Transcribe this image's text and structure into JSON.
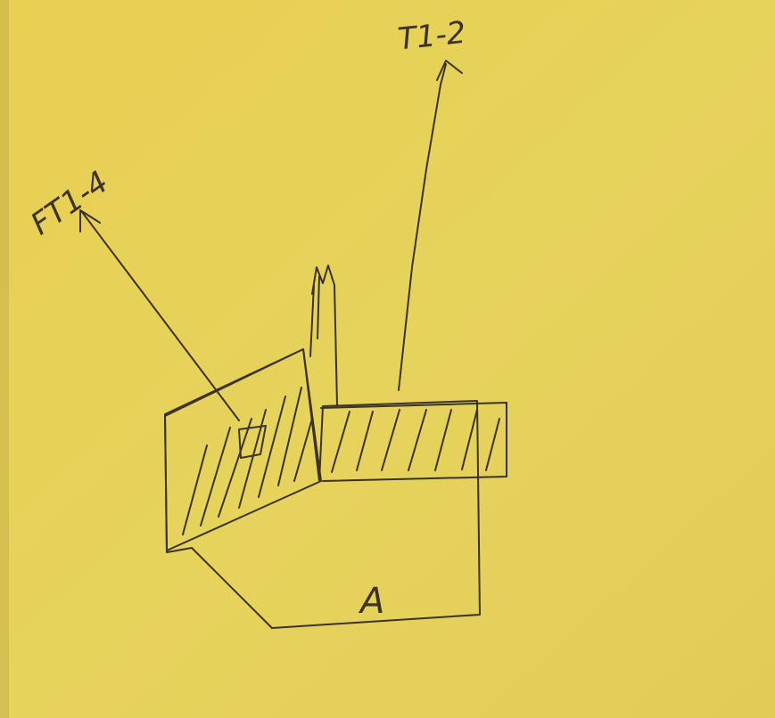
{
  "sketch": {
    "paper_color": "#e8cf55",
    "ink_color": "#3a3326",
    "labels": {
      "arrow_left": "FT1-4",
      "arrow_top": "T1-2",
      "building": "A"
    }
  }
}
